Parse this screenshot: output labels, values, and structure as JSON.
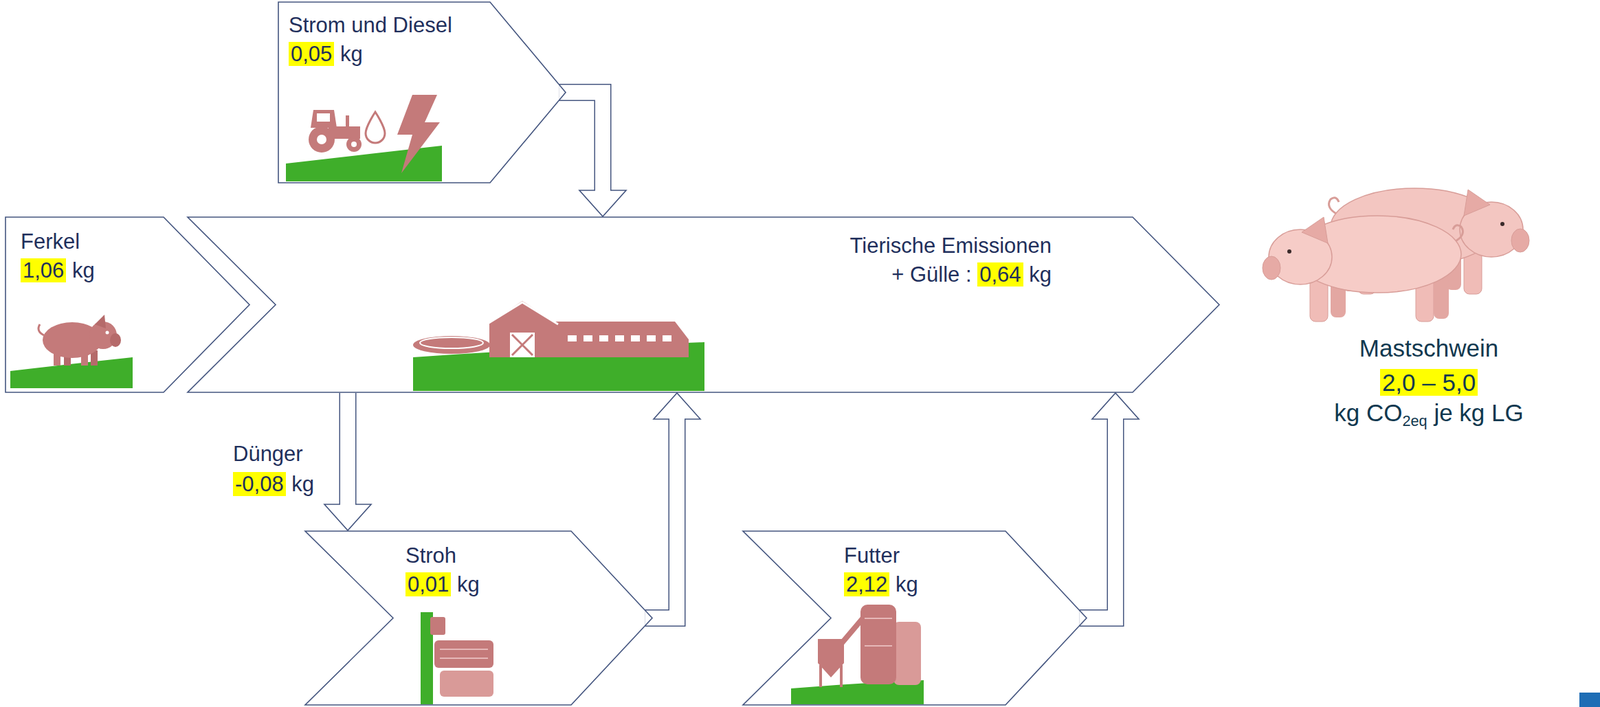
{
  "diagram": {
    "nodes": [
      {
        "text": [
          "Strom und Diesel",
          "0,05",
          "kg"
        ]
      },
      {
        "text": [
          "Ferkel",
          "1,06",
          "kg"
        ]
      },
      {
        "text": [
          "Tierische Emissionen",
          "+ Gülle :",
          "0,64",
          "kg"
        ]
      },
      {
        "text": [
          "Stroh",
          "0,01",
          "kg"
        ]
      },
      {
        "text": [
          "Futter",
          "2,12",
          "kg"
        ]
      }
    ],
    "edges": [
      {
        "from": 0,
        "to": 2,
        "arrow": "to"
      },
      {
        "from": 2,
        "to": 3,
        "label": "Dünger",
        "arrow": "to"
      },
      {
        "from": 3,
        "to": 2,
        "arrow": "to"
      },
      {
        "from": 4,
        "to": 2,
        "arrow": "to"
      }
    ],
    "labels": [
      "-0,08",
      "kg",
      "Mastschwein",
      "2,0 – 5,0",
      "kg CO",
      "2eq",
      "je kg LG"
    ]
  }
}
